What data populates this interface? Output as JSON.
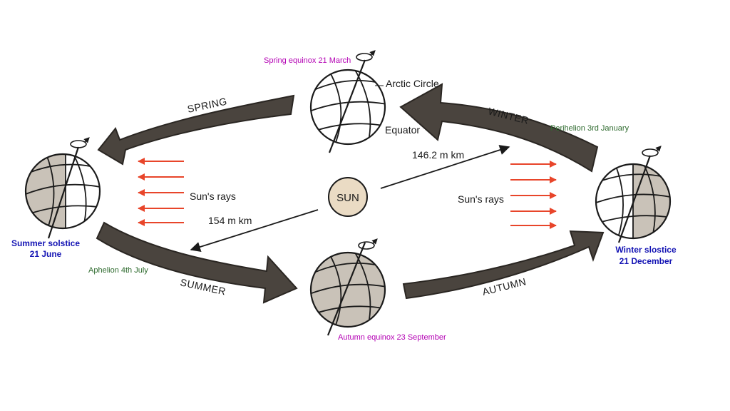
{
  "labels": {
    "sun": "SUN",
    "spring_equinox": "Spring equinox  21 March",
    "arctic_circle": "Arctic Circle",
    "equator": "Equator",
    "perihelion": "Perihelion 3rd January",
    "aphelion": "Aphelion 4th July",
    "summer_solstice_line1": "Summer solstice",
    "summer_solstice_line2": "21 June",
    "winter_solstice_line1": "Winter slostice",
    "winter_solstice_line2": "21 December",
    "autumn_equinox": "Autumn equinox 23 September",
    "suns_rays_left": "Sun's rays",
    "suns_rays_right": "Sun's rays",
    "distance_perihelion": "146.2 m km",
    "distance_aphelion": "154 m km"
  },
  "seasons": {
    "spring": "SPRING",
    "winter": "WINTER",
    "summer": "SUMMER",
    "autumn": "AUTUMN"
  },
  "colors": {
    "orbit_arrow": "#4a443e",
    "sun_fill": "#eadbc4",
    "ray": "#e8452a",
    "globe_shade": "#c9c2b8",
    "label_magenta": "#b400b4",
    "label_green": "#2f6b2f",
    "label_blue": "#1414b4"
  }
}
